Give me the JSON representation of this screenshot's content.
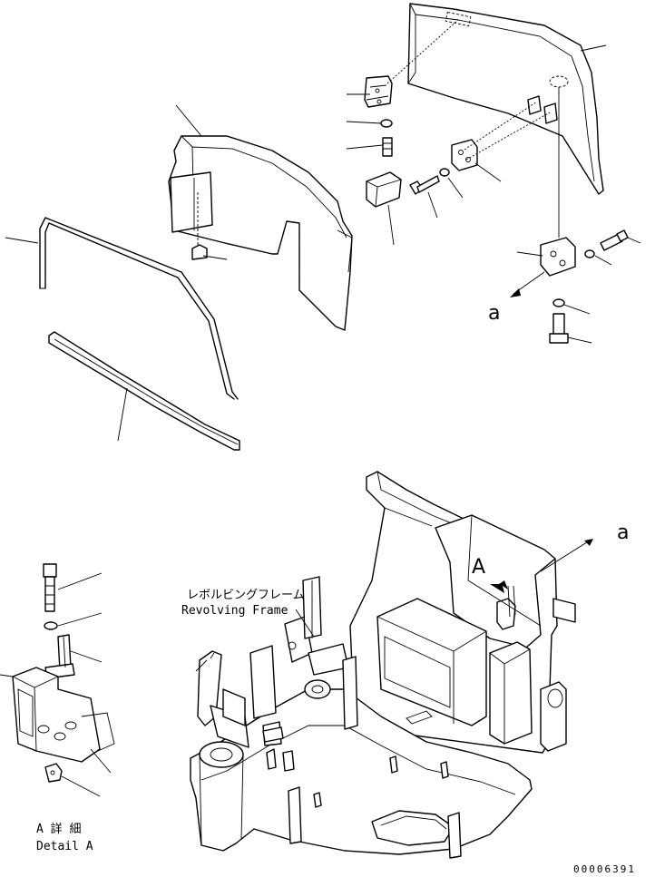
{
  "labels": {
    "view_a_top": "a",
    "view_a_right": "a",
    "detail_marker": "A",
    "revolving_frame_jp": "レボルビングフレーム",
    "revolving_frame_en": "Revolving Frame",
    "detail_jp": "A 詳 細",
    "detail_en": "Detail A",
    "drawing_code": "00006391"
  }
}
